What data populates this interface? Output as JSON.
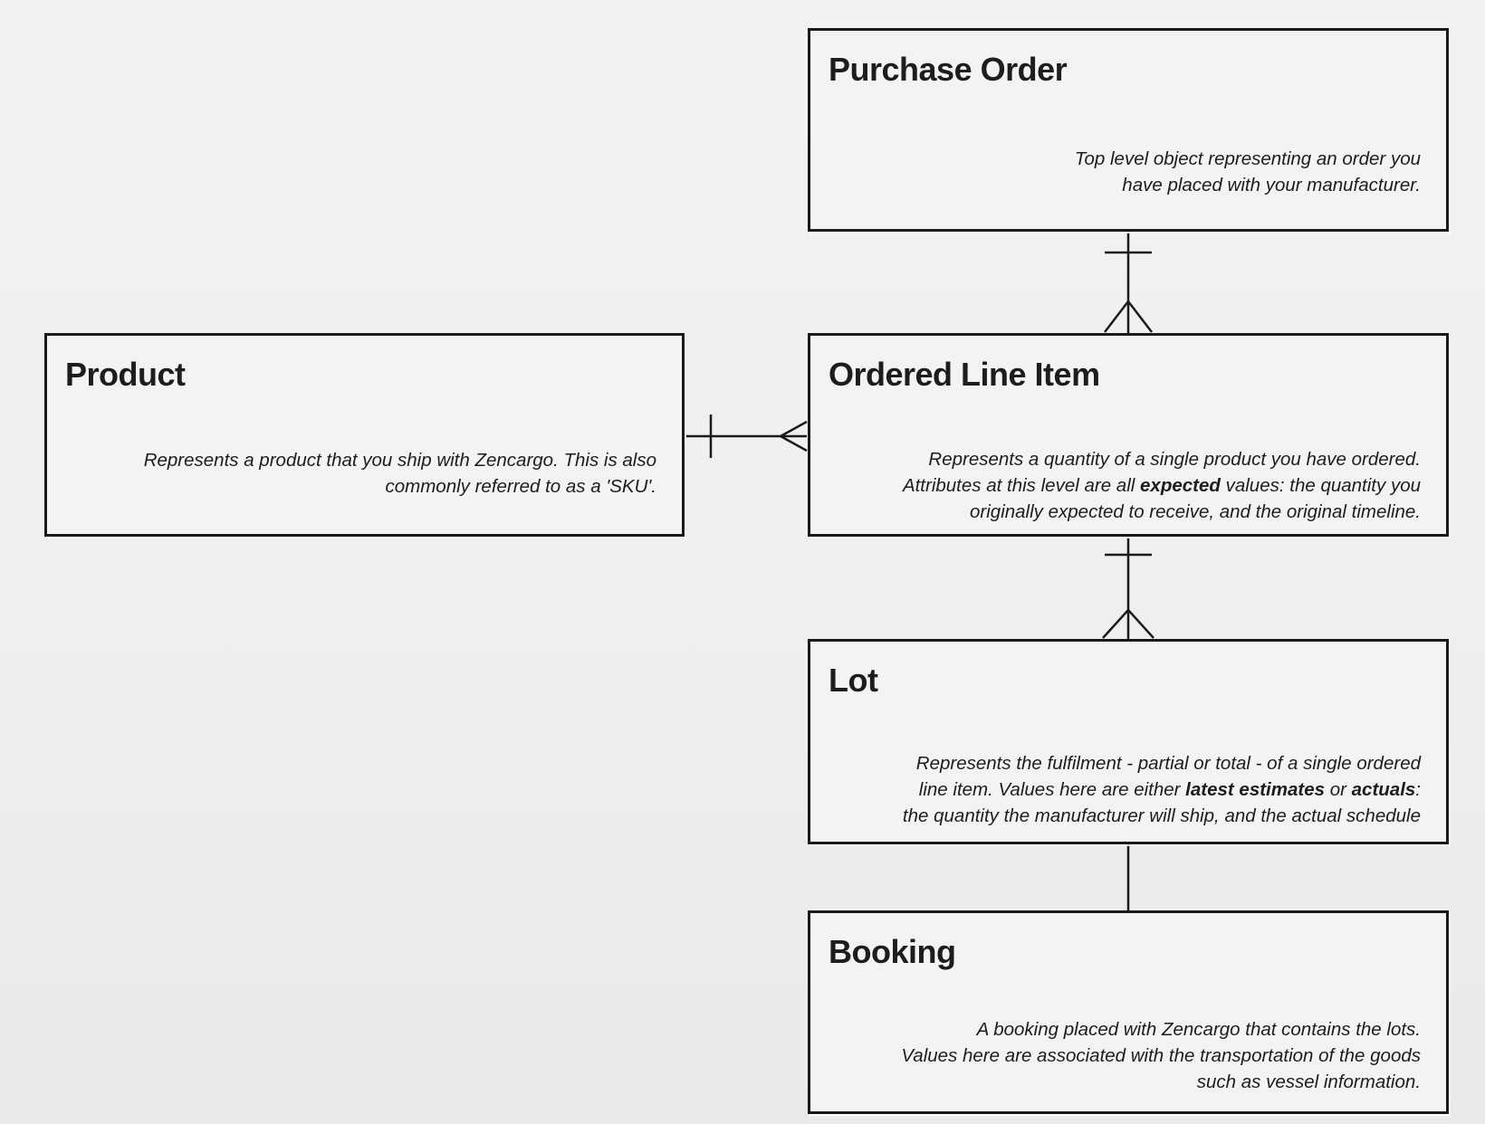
{
  "colors": {
    "page_background_top": "#f2f2f2",
    "page_background_bottom": "#e9e9e9",
    "box_fill": "#f3f3f3",
    "line_and_border": "#1a1a1a",
    "text": "#1d1d1d"
  },
  "diagram": {
    "entities": [
      {
        "id": "purchase-order",
        "title": "Purchase Order",
        "description_lines": [
          [
            {
              "t": "Top level object representing an order you"
            }
          ],
          [
            {
              "t": "have placed with your manufacturer."
            }
          ]
        ]
      },
      {
        "id": "product",
        "title": "Product",
        "description_lines": [
          [
            {
              "t": "Represents a product that you ship with Zencargo. This is also"
            }
          ],
          [
            {
              "t": "commonly referred to as a 'SKU'."
            }
          ]
        ]
      },
      {
        "id": "ordered-line-item",
        "title": "Ordered Line Item",
        "description_lines": [
          [
            {
              "t": "Represents a quantity of a single product you have ordered."
            }
          ],
          [
            {
              "t": "Attributes at this level are all "
            },
            {
              "t": "expected",
              "b": true
            },
            {
              "t": " values: the quantity you"
            }
          ],
          [
            {
              "t": "originally expected to receive, and the original timeline."
            }
          ]
        ]
      },
      {
        "id": "lot",
        "title": "Lot",
        "description_lines": [
          [
            {
              "t": "Represents the fulfilment - partial or total - of a single ordered"
            }
          ],
          [
            {
              "t": "line item. Values here are either "
            },
            {
              "t": "latest estimates",
              "b": true
            },
            {
              "t": " or "
            },
            {
              "t": "actuals",
              "b": true
            },
            {
              "t": ":"
            }
          ],
          [
            {
              "t": "the quantity the manufacturer will ship, and the actual schedule"
            }
          ]
        ]
      },
      {
        "id": "booking",
        "title": "Booking",
        "description_lines": [
          [
            {
              "t": "A booking placed with Zencargo that contains the lots."
            }
          ],
          [
            {
              "t": "Values here are associated with the transportation of the goods"
            }
          ],
          [
            {
              "t": "such as vessel information."
            }
          ]
        ]
      }
    ],
    "relationships": [
      {
        "from": "Purchase Order",
        "to": "Ordered Line Item",
        "cardinality": "one-to-many"
      },
      {
        "from": "Product",
        "to": "Ordered Line Item",
        "cardinality": "one-to-many"
      },
      {
        "from": "Ordered Line Item",
        "to": "Lot",
        "cardinality": "one-to-many"
      },
      {
        "from": "Lot",
        "to": "Booking",
        "cardinality": "unadorned"
      }
    ]
  }
}
